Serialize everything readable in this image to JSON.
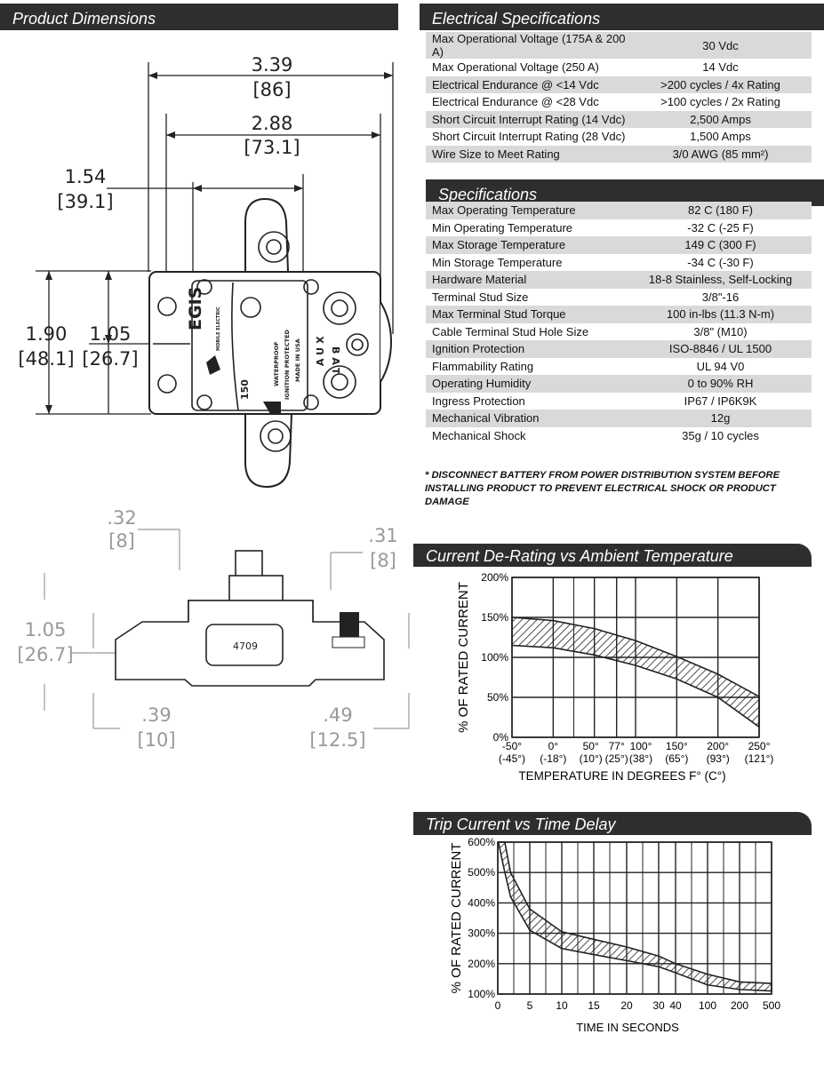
{
  "headers": {
    "product_dimensions": "Product Dimensions",
    "electrical": "Electrical Specifications",
    "specifications": "Specifications",
    "derating_chart": "Current De-Rating vs Ambient Temperature",
    "trip_chart": "Trip Current vs Time Delay"
  },
  "electrical_specs": [
    {
      "label": "Max Operational Voltage (175A & 200 A)",
      "value": "30 Vdc"
    },
    {
      "label": "Max Operational Voltage (250 A)",
      "value": "14 Vdc"
    },
    {
      "label": "Electrical Endurance @ <14 Vdc",
      "value": ">200 cycles / 4x Rating"
    },
    {
      "label": "Electrical Endurance @ <28 Vdc",
      "value": ">100 cycles / 2x Rating"
    },
    {
      "label": "Short Circuit Interrupt Rating (14 Vdc)",
      "value": "2,500 Amps"
    },
    {
      "label": "Short Circuit Interrupt Rating (28 Vdc)",
      "value": "1,500 Amps"
    },
    {
      "label": "Wire Size to Meet Rating",
      "value": "3/0 AWG (85 mm²)"
    }
  ],
  "specifications": [
    {
      "label": "Max Operating Temperature",
      "value": "82 C (180 F)"
    },
    {
      "label": "Min Operating Temperature",
      "value": "-32 C (-25 F)"
    },
    {
      "label": "Max Storage Temperature",
      "value": "149 C (300 F)"
    },
    {
      "label": "Min Storage Temperature",
      "value": "-34 C (-30 F)"
    },
    {
      "label": "Hardware Material",
      "value": "18-8 Stainless, Self-Locking"
    },
    {
      "label": "Terminal Stud Size",
      "value": "3/8\"-16"
    },
    {
      "label": "Max Terminal Stud Torque",
      "value": "100 in-lbs (11.3 N-m)"
    },
    {
      "label": "Cable Terminal Stud Hole Size",
      "value": "3/8\" (M10)"
    },
    {
      "label": "Ignition Protection",
      "value": "ISO-8846 / UL 1500"
    },
    {
      "label": "Flammability Rating",
      "value": "UL 94 V0"
    },
    {
      "label": "Operating Humidity",
      "value": "0 to 90% RH"
    },
    {
      "label": "Ingress Protection",
      "value": "IP67 / IP6K9K"
    },
    {
      "label": "Mechanical Vibration",
      "value": "12g"
    },
    {
      "label": "Mechanical Shock",
      "value": "35g / 10 cycles"
    }
  ],
  "note": "* DISCONNECT BATTERY FROM POWER DISTRIBUTION SYSTEM BEFORE INSTALLING PRODUCT TO PREVENT ELECTRICAL SHOCK OR PRODUCT DAMAGE",
  "drawing": {
    "top_view": {
      "dim_overall_width": "3.39",
      "dim_overall_width_mm": "[86]",
      "dim_hole_spacing": "2.88",
      "dim_hole_spacing_mm": "[73.1]",
      "dim_offset": "1.54",
      "dim_offset_mm": "[39.1]",
      "dim_height": "1.90",
      "dim_height_mm": "[48.1]",
      "dim_mid_height": "1.05",
      "dim_mid_height_mm": "[26.7]",
      "brand": "EGIS",
      "brand_sub": "MOBILE ELECTRIC",
      "body_text_1": "WATERPROOF",
      "body_text_2": "IGNITION PROTECTED",
      "body_text_3": "MADE IN USA",
      "amp_rating": "150",
      "terminal_letters_1": "AUX",
      "terminal_letters_2": "BAT"
    },
    "side_view": {
      "dim_button": ".32",
      "dim_button_mm": "[8]",
      "dim_stud": ".31",
      "dim_stud_mm": "[8]",
      "dim_height": "1.05",
      "dim_height_mm": "[26.7]",
      "dim_left": ".39",
      "dim_left_mm": "[10]",
      "dim_right": ".49",
      "dim_right_mm": "[12.5]",
      "part_number": "4709"
    }
  },
  "chart_data": [
    {
      "type": "area",
      "title": "Current De-Rating vs Ambient Temperature",
      "xlabel": "TEMPERATURE IN DEGREES F° (C°)",
      "ylabel": "% OF RATED CURRENT",
      "x_ticks": [
        {
          "label": "-50°",
          "sub": "(-45°)"
        },
        {
          "label": "0°",
          "sub": "(-18°)"
        },
        {
          "label": "50°",
          "sub": "(10°)"
        },
        {
          "label": "77°",
          "sub": "(25°)"
        },
        {
          "label": "100°",
          "sub": "(38°)"
        },
        {
          "label": "150°",
          "sub": "(65°)"
        },
        {
          "label": "200°",
          "sub": "(93°)"
        },
        {
          "label": "250°",
          "sub": "(121°)"
        }
      ],
      "y_ticks": [
        "0%",
        "50%",
        "100%",
        "150%",
        "200%"
      ],
      "xlim": [
        -50,
        250
      ],
      "ylim": [
        0,
        200
      ],
      "grid": true,
      "series": [
        {
          "name": "upper",
          "x": [
            -50,
            0,
            50,
            100,
            150,
            200,
            250
          ],
          "values": [
            150,
            146,
            136,
            121,
            101,
            79,
            51
          ]
        },
        {
          "name": "lower",
          "x": [
            -50,
            0,
            50,
            100,
            150,
            200,
            250
          ],
          "values": [
            115,
            112,
            103,
            90,
            73,
            50,
            13
          ]
        }
      ]
    },
    {
      "type": "area",
      "title": "Trip Current vs Time Delay",
      "xlabel": "TIME IN SECONDS",
      "ylabel": "% OF RATED CURRENT",
      "x_ticks": [
        "0",
        "5",
        "10",
        "15",
        "20",
        "30",
        "40",
        "100",
        "200",
        "500"
      ],
      "y_ticks": [
        "100%",
        "200%",
        "300%",
        "400%",
        "500%",
        "600%"
      ],
      "ylim": [
        100,
        600
      ],
      "grid": true,
      "series": [
        {
          "name": "upper",
          "x": [
            1.1,
            2,
            5,
            10,
            15,
            20,
            30,
            40,
            100,
            200,
            500
          ],
          "values": [
            600,
            500,
            380,
            305,
            280,
            255,
            225,
            200,
            165,
            140,
            135
          ]
        },
        {
          "name": "lower",
          "x": [
            0.1,
            1,
            2,
            5,
            10,
            15,
            20,
            30,
            40,
            100,
            200,
            500
          ],
          "values": [
            600,
            510,
            420,
            310,
            250,
            230,
            210,
            190,
            170,
            130,
            115,
            110
          ]
        }
      ]
    }
  ]
}
